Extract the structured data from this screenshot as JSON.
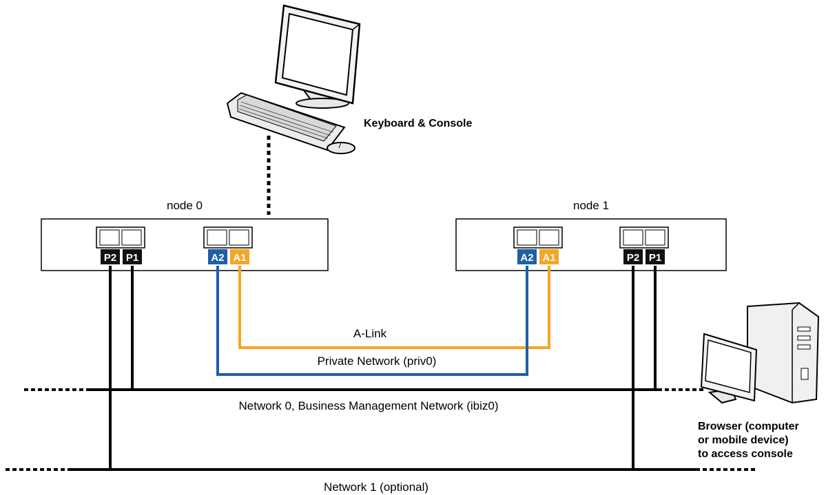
{
  "labels": {
    "keyboard_console": "Keyboard & Console",
    "node0": "node 0",
    "node1": "node 1",
    "alink": "A-Link",
    "private_network": "Private Network (priv0)",
    "network0": "Network 0, Business Management Network (ibiz0)",
    "network1": "Network 1 (optional)",
    "browser_line1": "Browser (computer",
    "browser_line2": "or mobile device)",
    "browser_line3": "to access console"
  },
  "ports": {
    "p2": "P2",
    "p1": "P1",
    "a2": "A2",
    "a1": "A1"
  },
  "colors": {
    "alink": "#f5a623",
    "private": "#1f5fa6",
    "network": "#000000",
    "p_port": "#111111"
  },
  "icons": [
    "desktop-monitor-icon",
    "keyboard-icon",
    "mouse-icon",
    "ethernet-port-icon",
    "tower-pc-icon",
    "monitor-icon"
  ]
}
